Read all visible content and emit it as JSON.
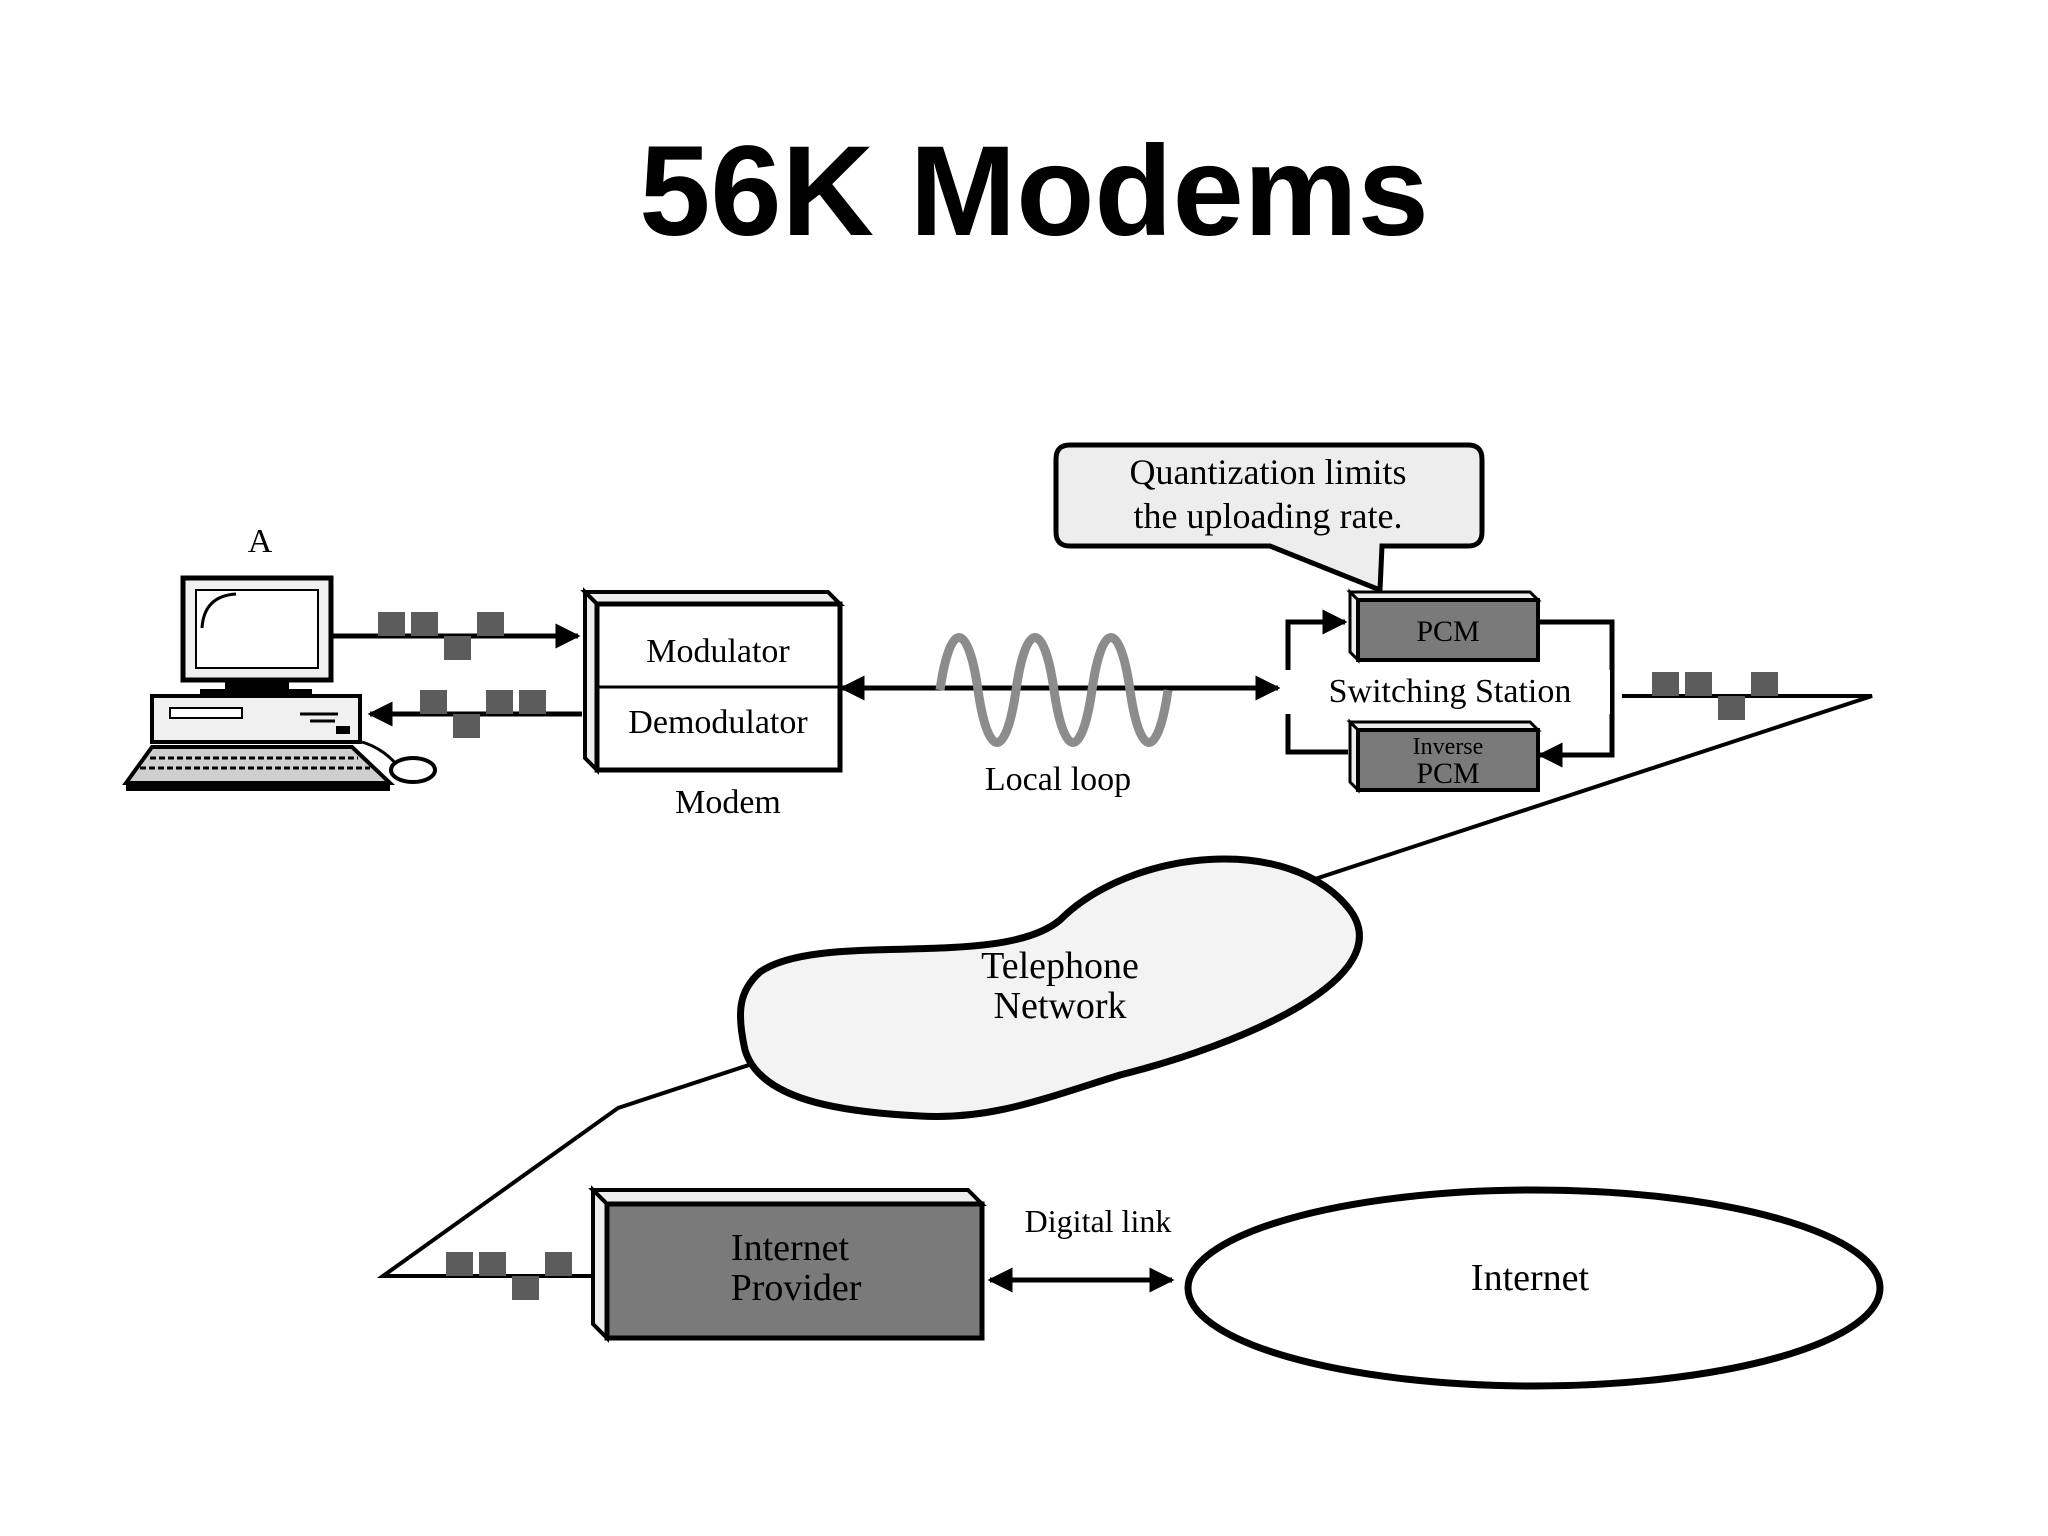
{
  "title": "56K Modems",
  "labels": {
    "computer": "A",
    "modulator": "Modulator",
    "demodulator": "Demodulator",
    "modem": "Modem",
    "local_loop": "Local  loop",
    "callout_line1": "Quantization limits",
    "callout_line2": "the uploading rate.",
    "pcm": "PCM",
    "switching_station": "Switching Station",
    "inverse_pcm_line1": "Inverse",
    "inverse_pcm_line2": "PCM",
    "telephone_line1": "Telephone",
    "telephone_line2": "Network",
    "internet_provider_line1": "Internet",
    "internet_provider_line2": "Provider",
    "digital_link": "Digital link",
    "internet": "Internet"
  },
  "colors": {
    "line": "#000000",
    "device_fill": "#7a7a7a",
    "device_side": "#ededed",
    "signal_block": "#5c5c5c",
    "analog_wave": "#8c8c8c",
    "cloud_fill": "#f3f3f3",
    "callout_fill": "#ededed",
    "screen_fill": "#f0f0f0"
  }
}
